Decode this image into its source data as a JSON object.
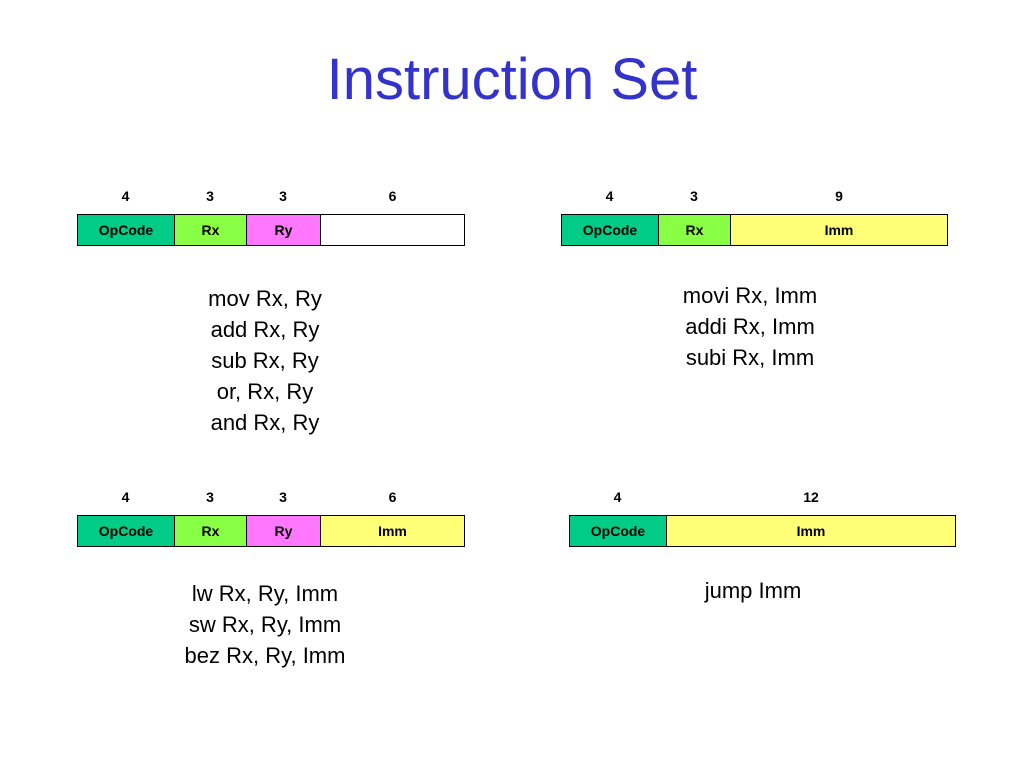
{
  "title": "Instruction Set",
  "formats": [
    {
      "bits": [
        "4",
        "3",
        "3",
        "6"
      ],
      "fields": [
        "OpCode",
        "Rx",
        "Ry",
        ""
      ],
      "instructions": [
        "mov Rx, Ry",
        "add Rx, Ry",
        "sub Rx, Ry",
        "or, Rx, Ry",
        "and Rx, Ry"
      ]
    },
    {
      "bits": [
        "4",
        "3",
        "9"
      ],
      "fields": [
        "OpCode",
        "Rx",
        "Imm"
      ],
      "instructions": [
        "movi Rx, Imm",
        "addi Rx, Imm",
        "subi Rx, Imm"
      ]
    },
    {
      "bits": [
        "4",
        "3",
        "3",
        "6"
      ],
      "fields": [
        "OpCode",
        "Rx",
        "Ry",
        "Imm"
      ],
      "instructions": [
        "lw Rx, Ry, Imm",
        "sw Rx, Ry, Imm",
        "bez Rx, Ry, Imm"
      ]
    },
    {
      "bits": [
        "4",
        "12"
      ],
      "fields": [
        "OpCode",
        "Imm"
      ],
      "instructions": [
        "jump Imm"
      ]
    }
  ],
  "colors": {
    "title": "#3333cc",
    "opcode": "#00cc88",
    "rx": "#88ff44",
    "ry": "#ff77ff",
    "imm": "#ffff77"
  }
}
